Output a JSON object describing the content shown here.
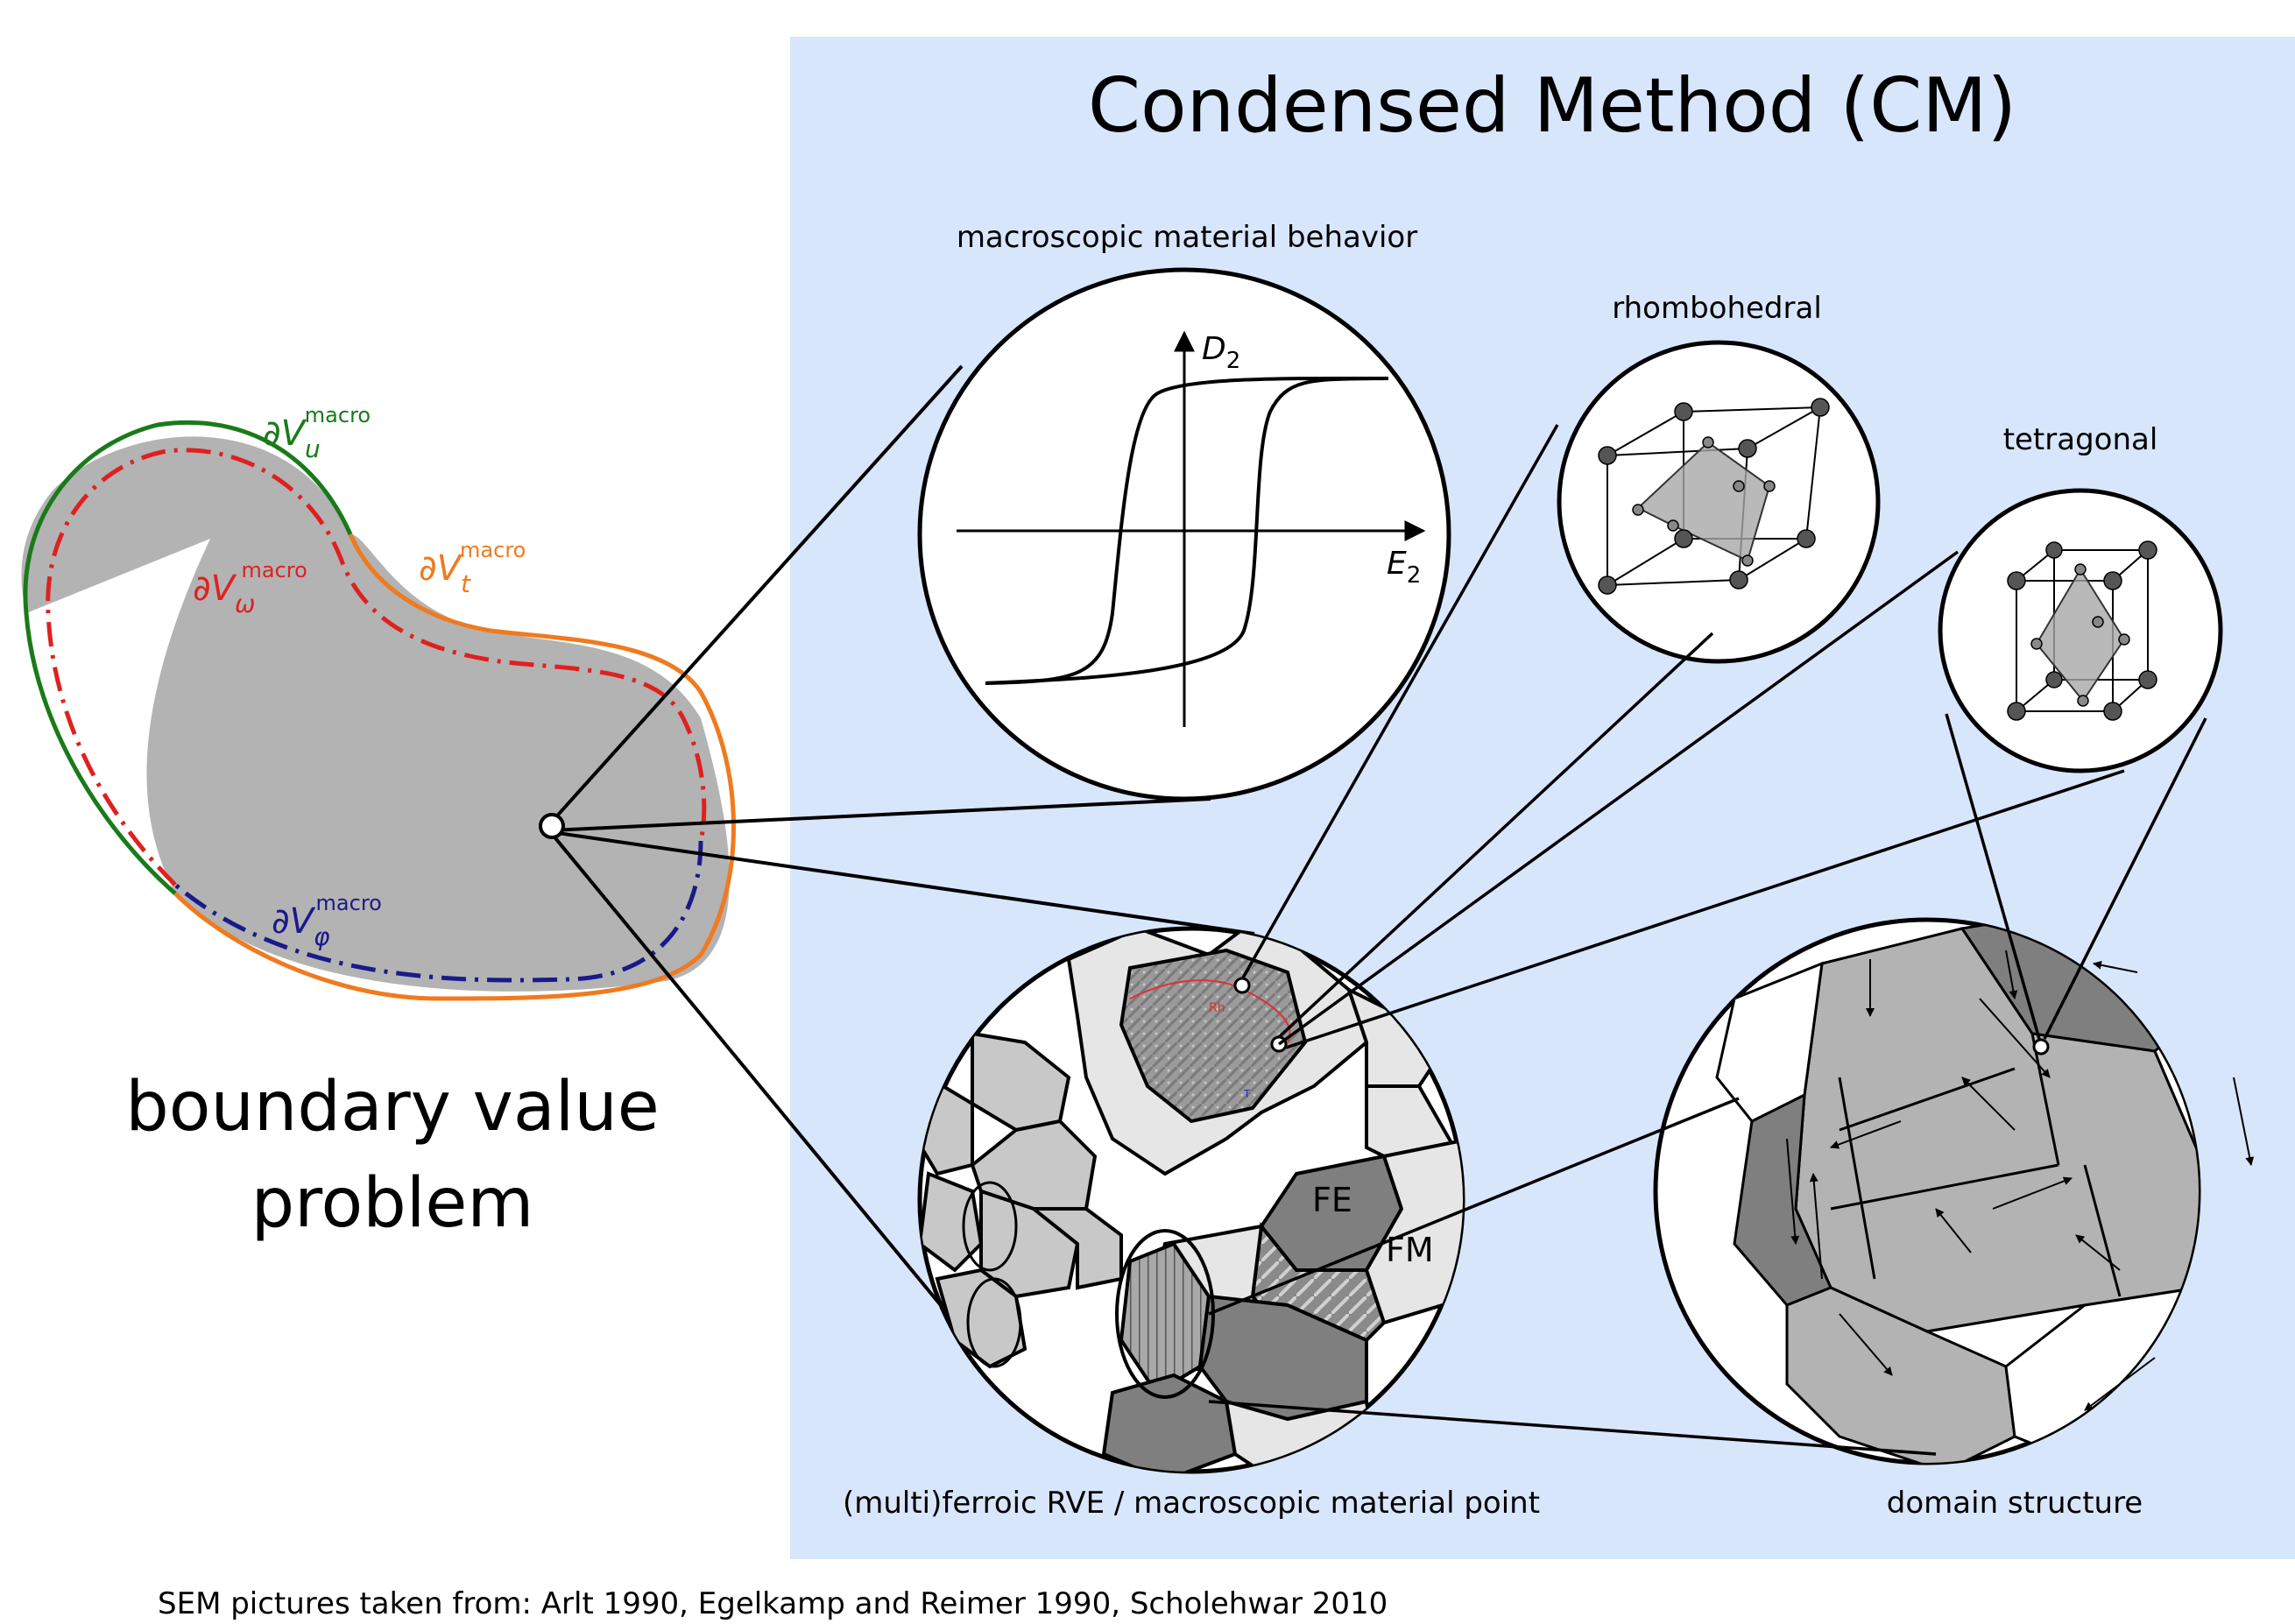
{
  "panel": {
    "title": "Condensed Method (CM)",
    "background": "#d8e6fb"
  },
  "bvp": {
    "title_line1": "boundary value",
    "title_line2": "problem",
    "fill": "#b3b3b3",
    "boundaries": [
      {
        "symbol": "∂V",
        "sub": "u",
        "sup": "macro",
        "color": "#1a7a1a"
      },
      {
        "symbol": "∂V",
        "sub": "t",
        "sup": "macro",
        "color": "#f07a1e"
      },
      {
        "symbol": "∂V",
        "sub": "ω",
        "sup": "macro",
        "color": "#e02020"
      },
      {
        "symbol": "∂V",
        "sub": "φ",
        "sup": "macro",
        "color": "#1a1a8a"
      }
    ]
  },
  "macro": {
    "label": "macroscopic material behavior",
    "axis_y": "D",
    "axis_y_sub": "2",
    "axis_x": "E",
    "axis_x_sub": "2"
  },
  "rhombo": {
    "label": "rhombohedral"
  },
  "tetra": {
    "label": "tetragonal"
  },
  "rve": {
    "label": "(multi)ferroic RVE / macroscopic material point",
    "fe": "FE",
    "fm": "FM",
    "rh": "Rh",
    "t": "T"
  },
  "domain": {
    "label": "domain structure"
  },
  "footnote": "SEM pictures taken from: Arlt 1990, Egelkamp and Reimer 1990, Scholehwar 2010"
}
